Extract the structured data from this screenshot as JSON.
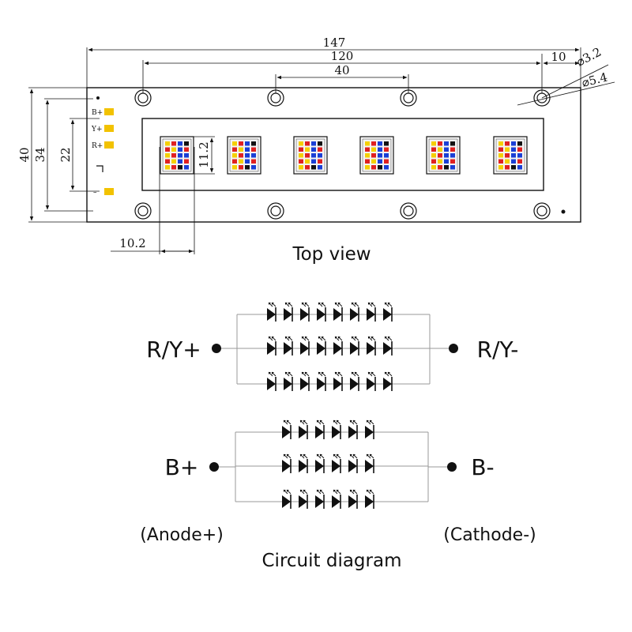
{
  "top_view": {
    "caption": "Top view",
    "dimensions": {
      "total_length": "147",
      "hole_pitch": "120",
      "led_pitch": "40",
      "edge_offset": "10",
      "hole_diameter": "⌀3.2",
      "head_diameter": "⌀5.4",
      "total_height": "40",
      "window_height": "34",
      "pad_span": "22",
      "led_height": "11.2",
      "led_width": "10.2"
    },
    "pads": [
      "B+",
      "Y+",
      "R+",
      "–"
    ],
    "led_count": 6,
    "mounting_holes": 8,
    "colors": {
      "pad": "#f2c200",
      "red": "#e02020",
      "yellow": "#f5d000",
      "blue": "#1a3fd6",
      "black": "#111111"
    }
  },
  "circuit": {
    "caption": "Circuit diagram",
    "ry_plus": "R/Y+",
    "ry_minus": "R/Y-",
    "b_plus": "B+",
    "b_minus": "B-",
    "anode_note": "(Anode+)",
    "cathode_note": "(Cathode-)",
    "ry_strings": 3,
    "ry_leds_per_string": 8,
    "b_strings": 3,
    "b_leds_per_string": 6
  }
}
